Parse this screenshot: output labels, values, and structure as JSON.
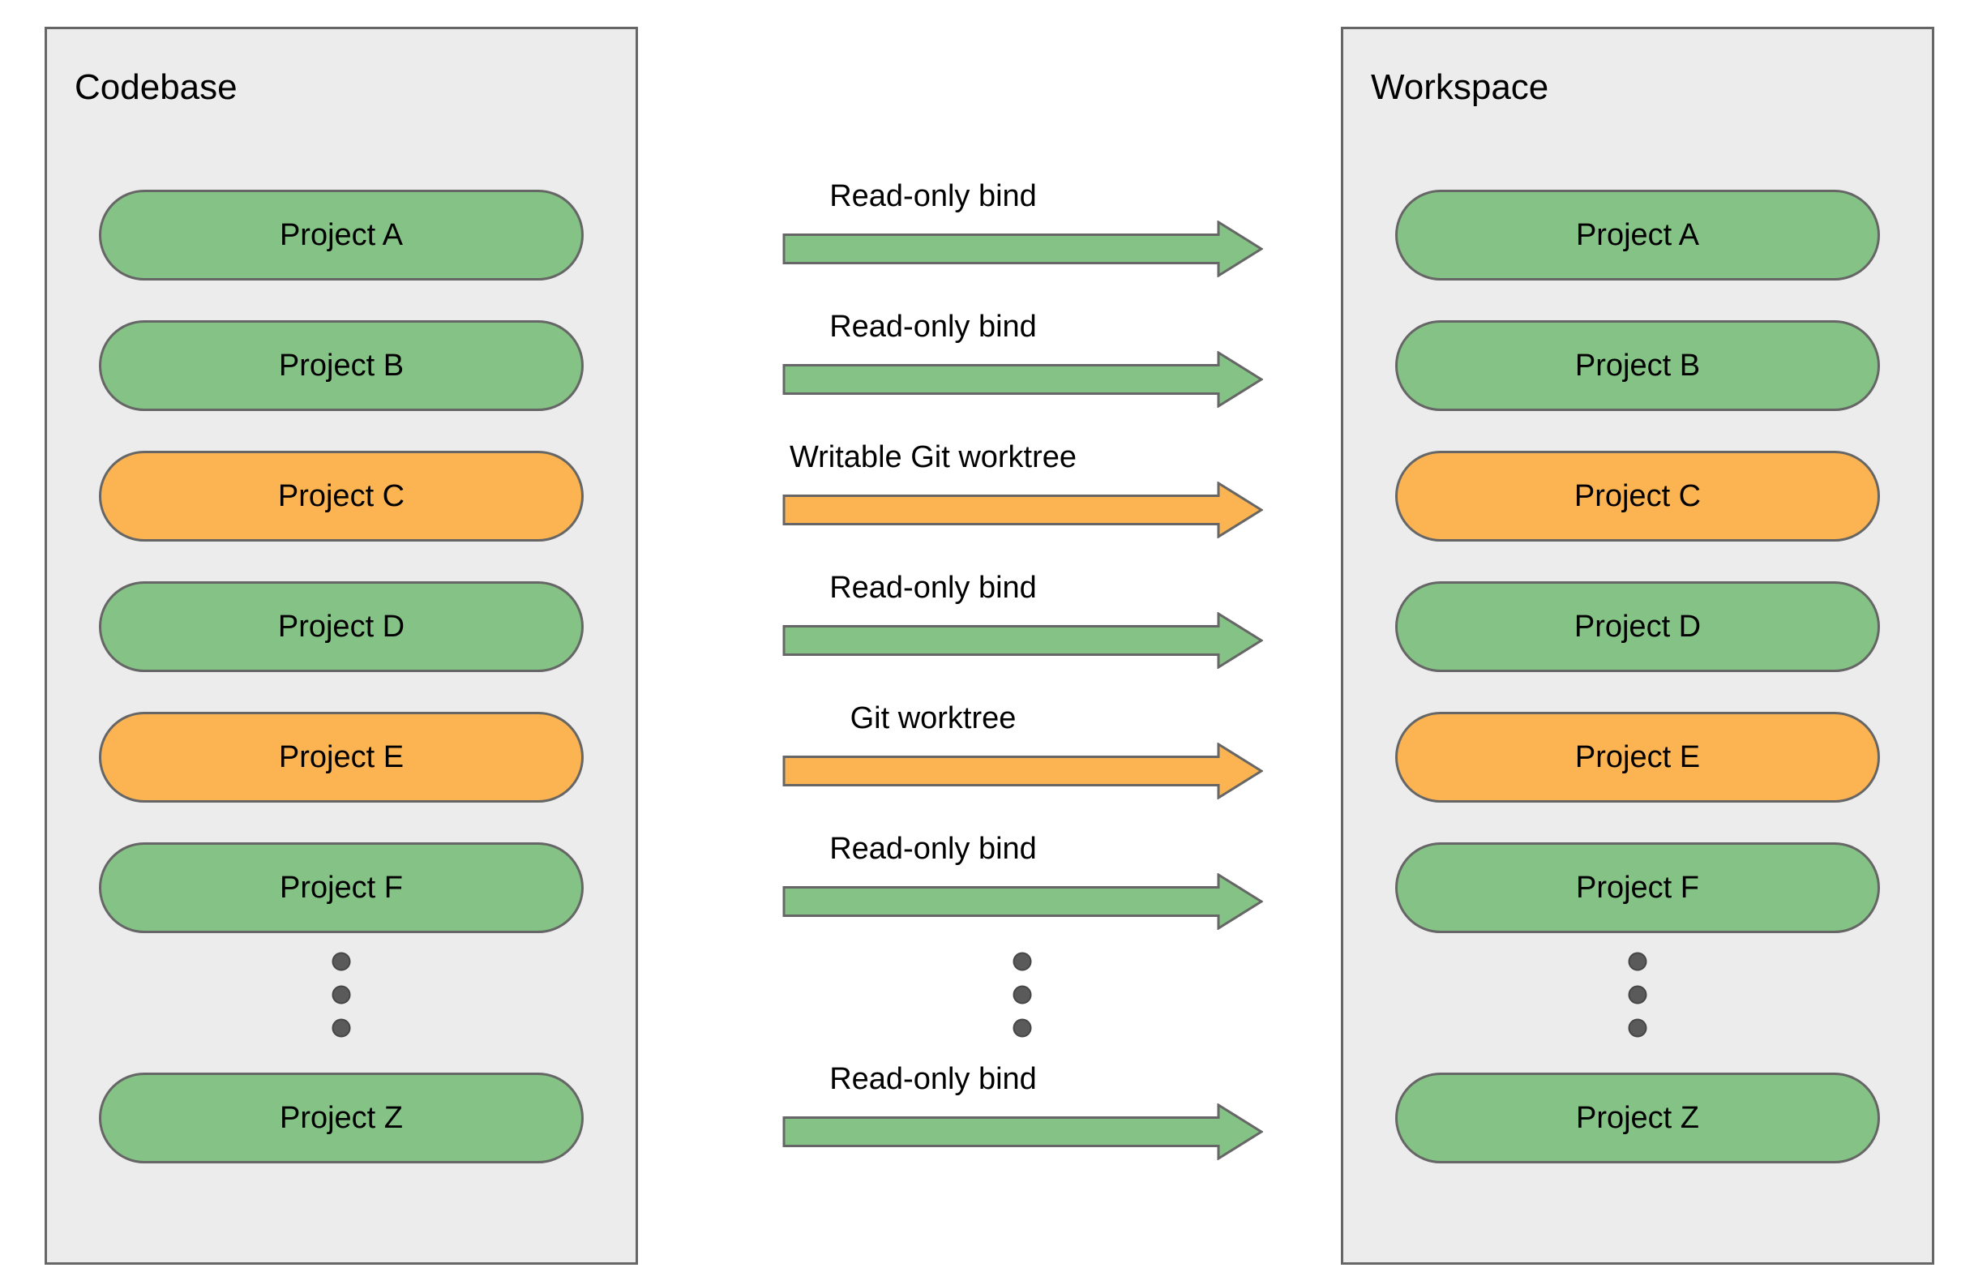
{
  "diagram": {
    "left_panel": {
      "title": "Codebase"
    },
    "right_panel": {
      "title": "Workspace"
    },
    "colors": {
      "green": "#85c285",
      "orange": "#fbb451",
      "border": "#666666",
      "panel_bg": "#ececec",
      "dot": "#5a5a5a"
    },
    "icons": {
      "ellipsis": "vertical-ellipsis-icon"
    },
    "rows": [
      {
        "kind": "project",
        "label": "Project A",
        "type": "green",
        "arrow_label": "Read-only bind",
        "arrow_type": "green"
      },
      {
        "kind": "project",
        "label": "Project B",
        "type": "green",
        "arrow_label": "Read-only bind",
        "arrow_type": "green"
      },
      {
        "kind": "project",
        "label": "Project C",
        "type": "orange",
        "arrow_label": "Writable Git worktree",
        "arrow_type": "orange"
      },
      {
        "kind": "project",
        "label": "Project D",
        "type": "green",
        "arrow_label": "Read-only bind",
        "arrow_type": "green"
      },
      {
        "kind": "project",
        "label": "Project E",
        "type": "orange",
        "arrow_label": "Git worktree",
        "arrow_type": "orange"
      },
      {
        "kind": "project",
        "label": "Project F",
        "type": "green",
        "arrow_label": "Read-only bind",
        "arrow_type": "green"
      },
      {
        "kind": "ellipsis"
      },
      {
        "kind": "project",
        "label": "Project Z",
        "type": "green",
        "arrow_label": "Read-only bind",
        "arrow_type": "green"
      }
    ]
  }
}
